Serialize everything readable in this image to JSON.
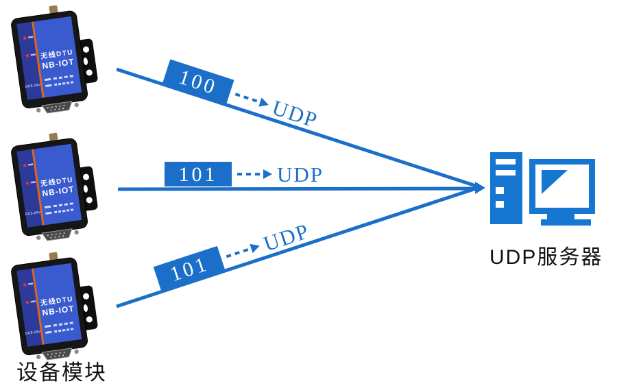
{
  "background": "#ffffff",
  "colors": {
    "link_blue": "#1C6FC8",
    "server_blue": "#1577D2",
    "packet_text_white": "#ffffff",
    "caption_black": "#111111",
    "device_panel_blue": "#3A5BCE",
    "device_strip_blue": "#2C3B9B",
    "device_divider_orange": "#E0671E"
  },
  "device": {
    "panel_title": "无线DTU",
    "panel_subtitle": "NB-IOT",
    "power_label": "DC5-24V"
  },
  "left_caption": "设备模块",
  "links": [
    {
      "packet": "100",
      "protocol": "UDP"
    },
    {
      "packet": "101",
      "protocol": "UDP"
    },
    {
      "packet": "101",
      "protocol": "UDP"
    }
  ],
  "server": {
    "caption": "UDP服务器",
    "icon": "desktop-computer-icon"
  }
}
